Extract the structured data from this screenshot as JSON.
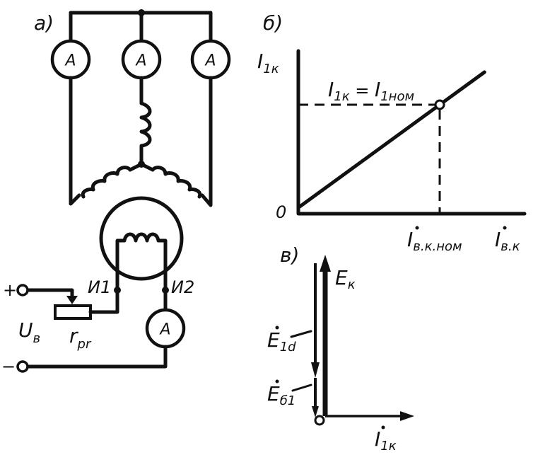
{
  "panels": {
    "a": "а)",
    "b": "б)",
    "c": "в)"
  },
  "meter": "A",
  "labels": {
    "plus": "+",
    "minus": "−",
    "uv_main": "U",
    "uv_sub": "в",
    "rpr_main": "r",
    "rpr_sub": "pr",
    "i1": "И1",
    "i2": "И2",
    "y_axis_main": "I",
    "y_axis_sub": "1к",
    "origin": "0",
    "x_axis_main": "I",
    "x_axis_sub": "в.к",
    "x_nom_main": "I",
    "x_nom_sub": "в.к.ном",
    "eq_main1": "I",
    "eq_sub1": "1к",
    "eq_mid": " = ",
    "eq_main2": "I",
    "eq_sub2": "1ном",
    "ek_main": "E",
    "ek_sub": "к",
    "e1d_main": "E",
    "e1d_sub": "1d",
    "es1_main": "E",
    "es1_sub": "б1",
    "i1k_main": "I",
    "i1k_sub": "1к"
  },
  "chart_data": {
    "type": "line",
    "series": [
      {
        "x": [
          0,
          1
        ],
        "y": [
          0,
          1
        ]
      }
    ],
    "marked_point": {
      "x": 1,
      "y": 1
    }
  }
}
